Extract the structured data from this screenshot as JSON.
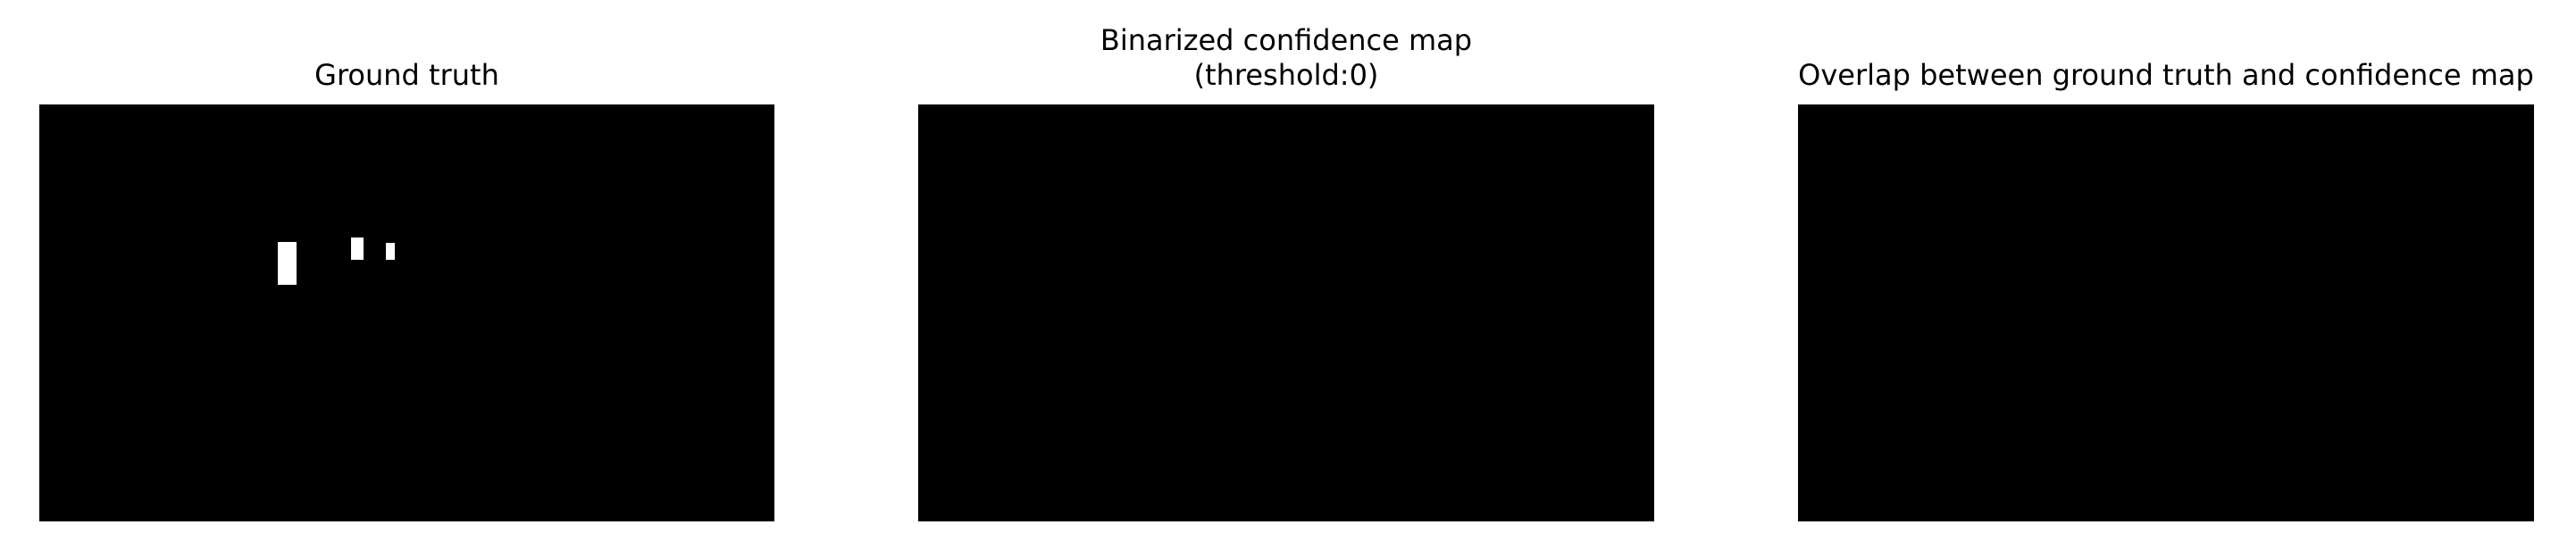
{
  "panels": [
    {
      "title": "Ground truth",
      "image": {
        "background_color": "#000000",
        "foreground_color": "#ffffff",
        "white_regions": [
          {
            "label": "region-1"
          },
          {
            "label": "region-2"
          },
          {
            "label": "region-3"
          }
        ]
      }
    },
    {
      "title": "Binarized confidence map\n(threshold:0)",
      "image": {
        "background_color": "#000000",
        "foreground_color": "#ffffff",
        "white_regions": []
      }
    },
    {
      "title": "Overlap between ground truth and confidence map",
      "image": {
        "background_color": "#000000",
        "foreground_color": "#ffffff",
        "white_regions": []
      }
    }
  ]
}
